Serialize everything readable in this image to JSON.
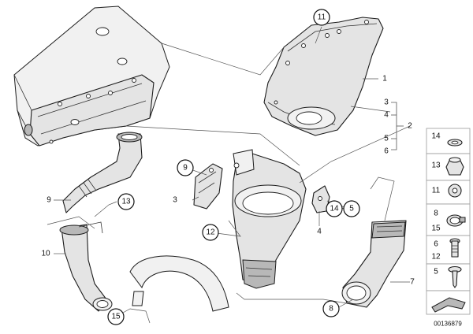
{
  "callouts": {
    "c11": "11",
    "c9": "9",
    "c13": "13",
    "c12": "12",
    "c14": "14",
    "c5": "5",
    "c8": "8",
    "c15": "15"
  },
  "labels": {
    "n1": "1",
    "n3a": "3",
    "n4a": "4",
    "n2": "2",
    "n5a": "5",
    "n6a": "6",
    "n9": "9",
    "n10": "10",
    "n3b": "3",
    "n4b": "4",
    "n7": "7"
  },
  "legend": {
    "items": [
      "14",
      "13",
      "11",
      "8",
      "15",
      "6",
      "12",
      "5"
    ]
  },
  "doc_number": "00136879"
}
